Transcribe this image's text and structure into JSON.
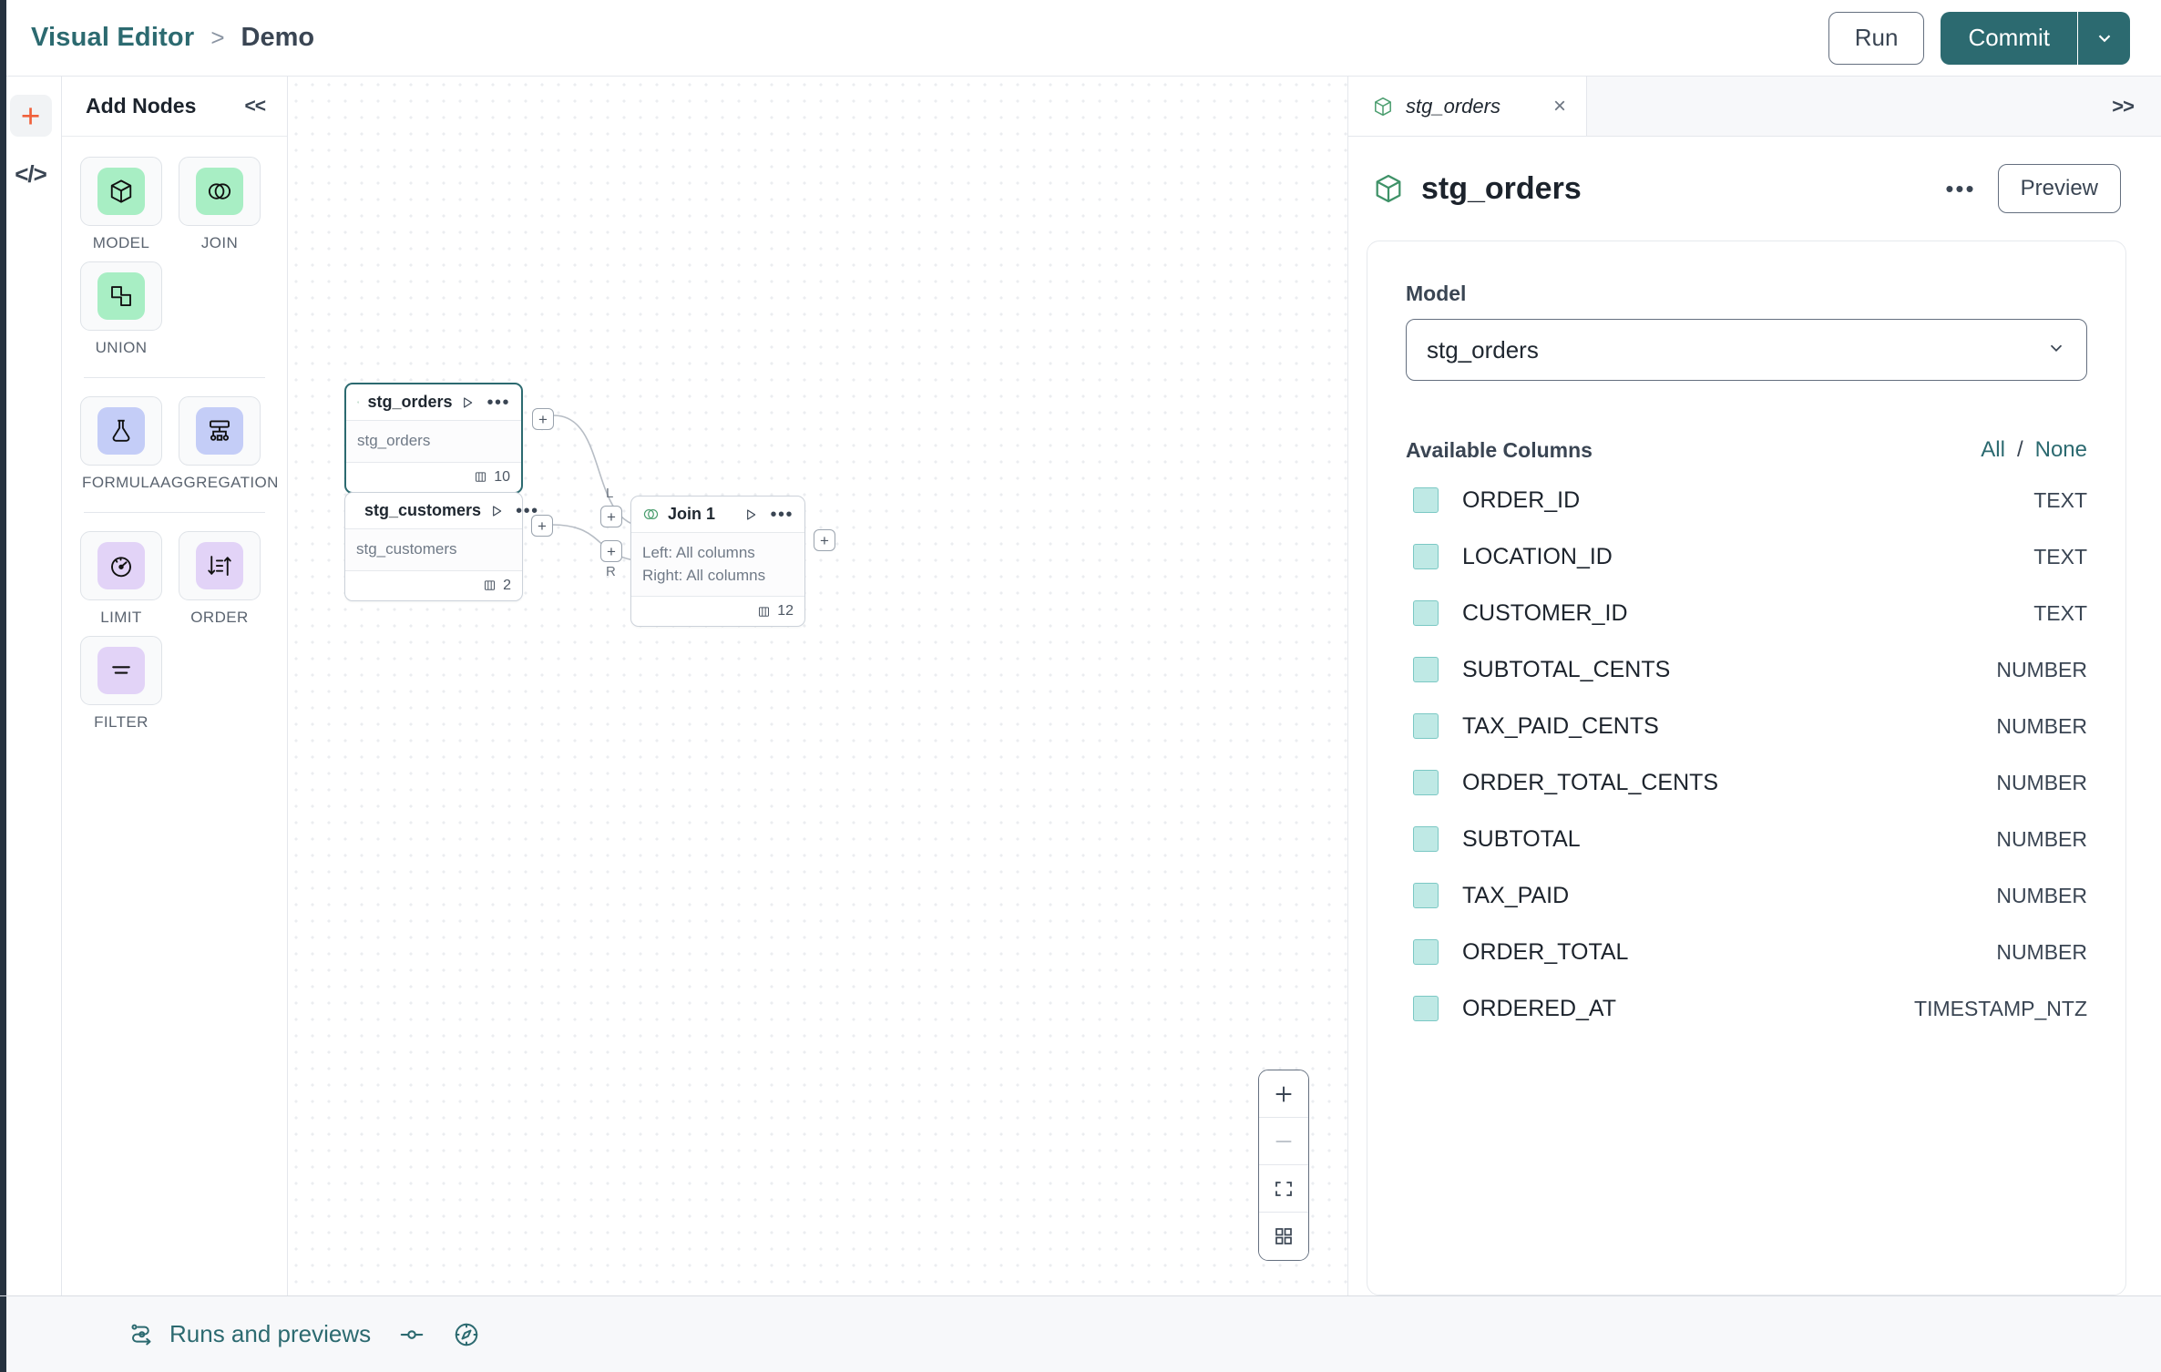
{
  "header": {
    "breadcrumb": {
      "root": "Visual Editor",
      "separator": ">",
      "current": "Demo"
    },
    "run_label": "Run",
    "commit_label": "Commit"
  },
  "rail": {
    "add_icon": "plus-icon",
    "code_icon": "code-icon",
    "code_glyph": "</>"
  },
  "nodes_panel": {
    "title": "Add Nodes",
    "collapse_glyph": "<<",
    "groups": [
      {
        "items": [
          {
            "label": "MODEL",
            "icon": "cube-icon",
            "tint": "green"
          },
          {
            "label": "JOIN",
            "icon": "venn-icon",
            "tint": "green"
          },
          {
            "label": "UNION",
            "icon": "union-shapes-icon",
            "tint": "green"
          }
        ]
      },
      {
        "items": [
          {
            "label": "FORMULA",
            "icon": "flask-icon",
            "tint": "blue"
          },
          {
            "label": "AGGREGATION",
            "icon": "aggregation-tree-icon",
            "tint": "blue"
          }
        ]
      },
      {
        "items": [
          {
            "label": "LIMIT",
            "icon": "limit-gauge-icon",
            "tint": "purple"
          },
          {
            "label": "ORDER",
            "icon": "sort-icon",
            "tint": "purple"
          },
          {
            "label": "FILTER",
            "icon": "filter-lines-icon",
            "tint": "purple"
          }
        ]
      }
    ]
  },
  "canvas": {
    "nodes": [
      {
        "id": "stg_orders",
        "title": "stg_orders",
        "icon": "cube-icon",
        "body_lines": [
          "stg_orders"
        ],
        "column_count": "10",
        "selected": true
      },
      {
        "id": "stg_customers",
        "title": "stg_customers",
        "icon": "cube-icon",
        "body_lines": [
          "stg_customers"
        ],
        "column_count": "2",
        "selected": false
      },
      {
        "id": "join_1",
        "title": "Join 1",
        "icon": "venn-icon",
        "body_lines": [
          "Left: All columns",
          "Right: All columns"
        ],
        "column_count": "12",
        "selected": false,
        "input_ports": [
          "L",
          "R"
        ]
      }
    ],
    "port_glyph": "+",
    "zoom_controls": [
      {
        "name": "zoom-in-button",
        "glyph": "+",
        "disabled": false
      },
      {
        "name": "zoom-out-button",
        "glyph": "–",
        "disabled": true
      },
      {
        "name": "fit-view-button",
        "glyph": "fit-icon",
        "disabled": false
      },
      {
        "name": "toggle-grid-button",
        "glyph": "grid-icon",
        "disabled": false
      }
    ]
  },
  "right_panel": {
    "tab": {
      "label": "stg_orders",
      "icon": "cube-icon",
      "close_glyph": "×"
    },
    "expand_glyph": ">>",
    "title": "stg_orders",
    "more_glyph": "•••",
    "preview_label": "Preview",
    "model_field_label": "Model",
    "model_value": "stg_orders",
    "columns_title": "Available Columns",
    "select_all_label": "All",
    "select_separator": "/",
    "select_none_label": "None",
    "columns": [
      {
        "name": "ORDER_ID",
        "type": "TEXT",
        "checked": true
      },
      {
        "name": "LOCATION_ID",
        "type": "TEXT",
        "checked": true
      },
      {
        "name": "CUSTOMER_ID",
        "type": "TEXT",
        "checked": true
      },
      {
        "name": "SUBTOTAL_CENTS",
        "type": "NUMBER",
        "checked": true
      },
      {
        "name": "TAX_PAID_CENTS",
        "type": "NUMBER",
        "checked": true
      },
      {
        "name": "ORDER_TOTAL_CENTS",
        "type": "NUMBER",
        "checked": true
      },
      {
        "name": "SUBTOTAL",
        "type": "NUMBER",
        "checked": true
      },
      {
        "name": "TAX_PAID",
        "type": "NUMBER",
        "checked": true
      },
      {
        "name": "ORDER_TOTAL",
        "type": "NUMBER",
        "checked": true
      },
      {
        "name": "ORDERED_AT",
        "type": "TIMESTAMP_NTZ",
        "checked": true
      }
    ]
  },
  "bottom_bar": {
    "runs_label": "Runs and previews",
    "runs_icon": "pipeline-icon",
    "toggle_icon": "slider-toggle-icon",
    "compass_icon": "compass-icon"
  },
  "colors": {
    "brand_teal": "#2c6a70",
    "accent_orange": "#f0613c",
    "node_green": "#a8eec4",
    "node_blue": "#c4cdf7",
    "node_purple": "#e2d3f7",
    "checkbox_teal": "#bfe9e5"
  }
}
